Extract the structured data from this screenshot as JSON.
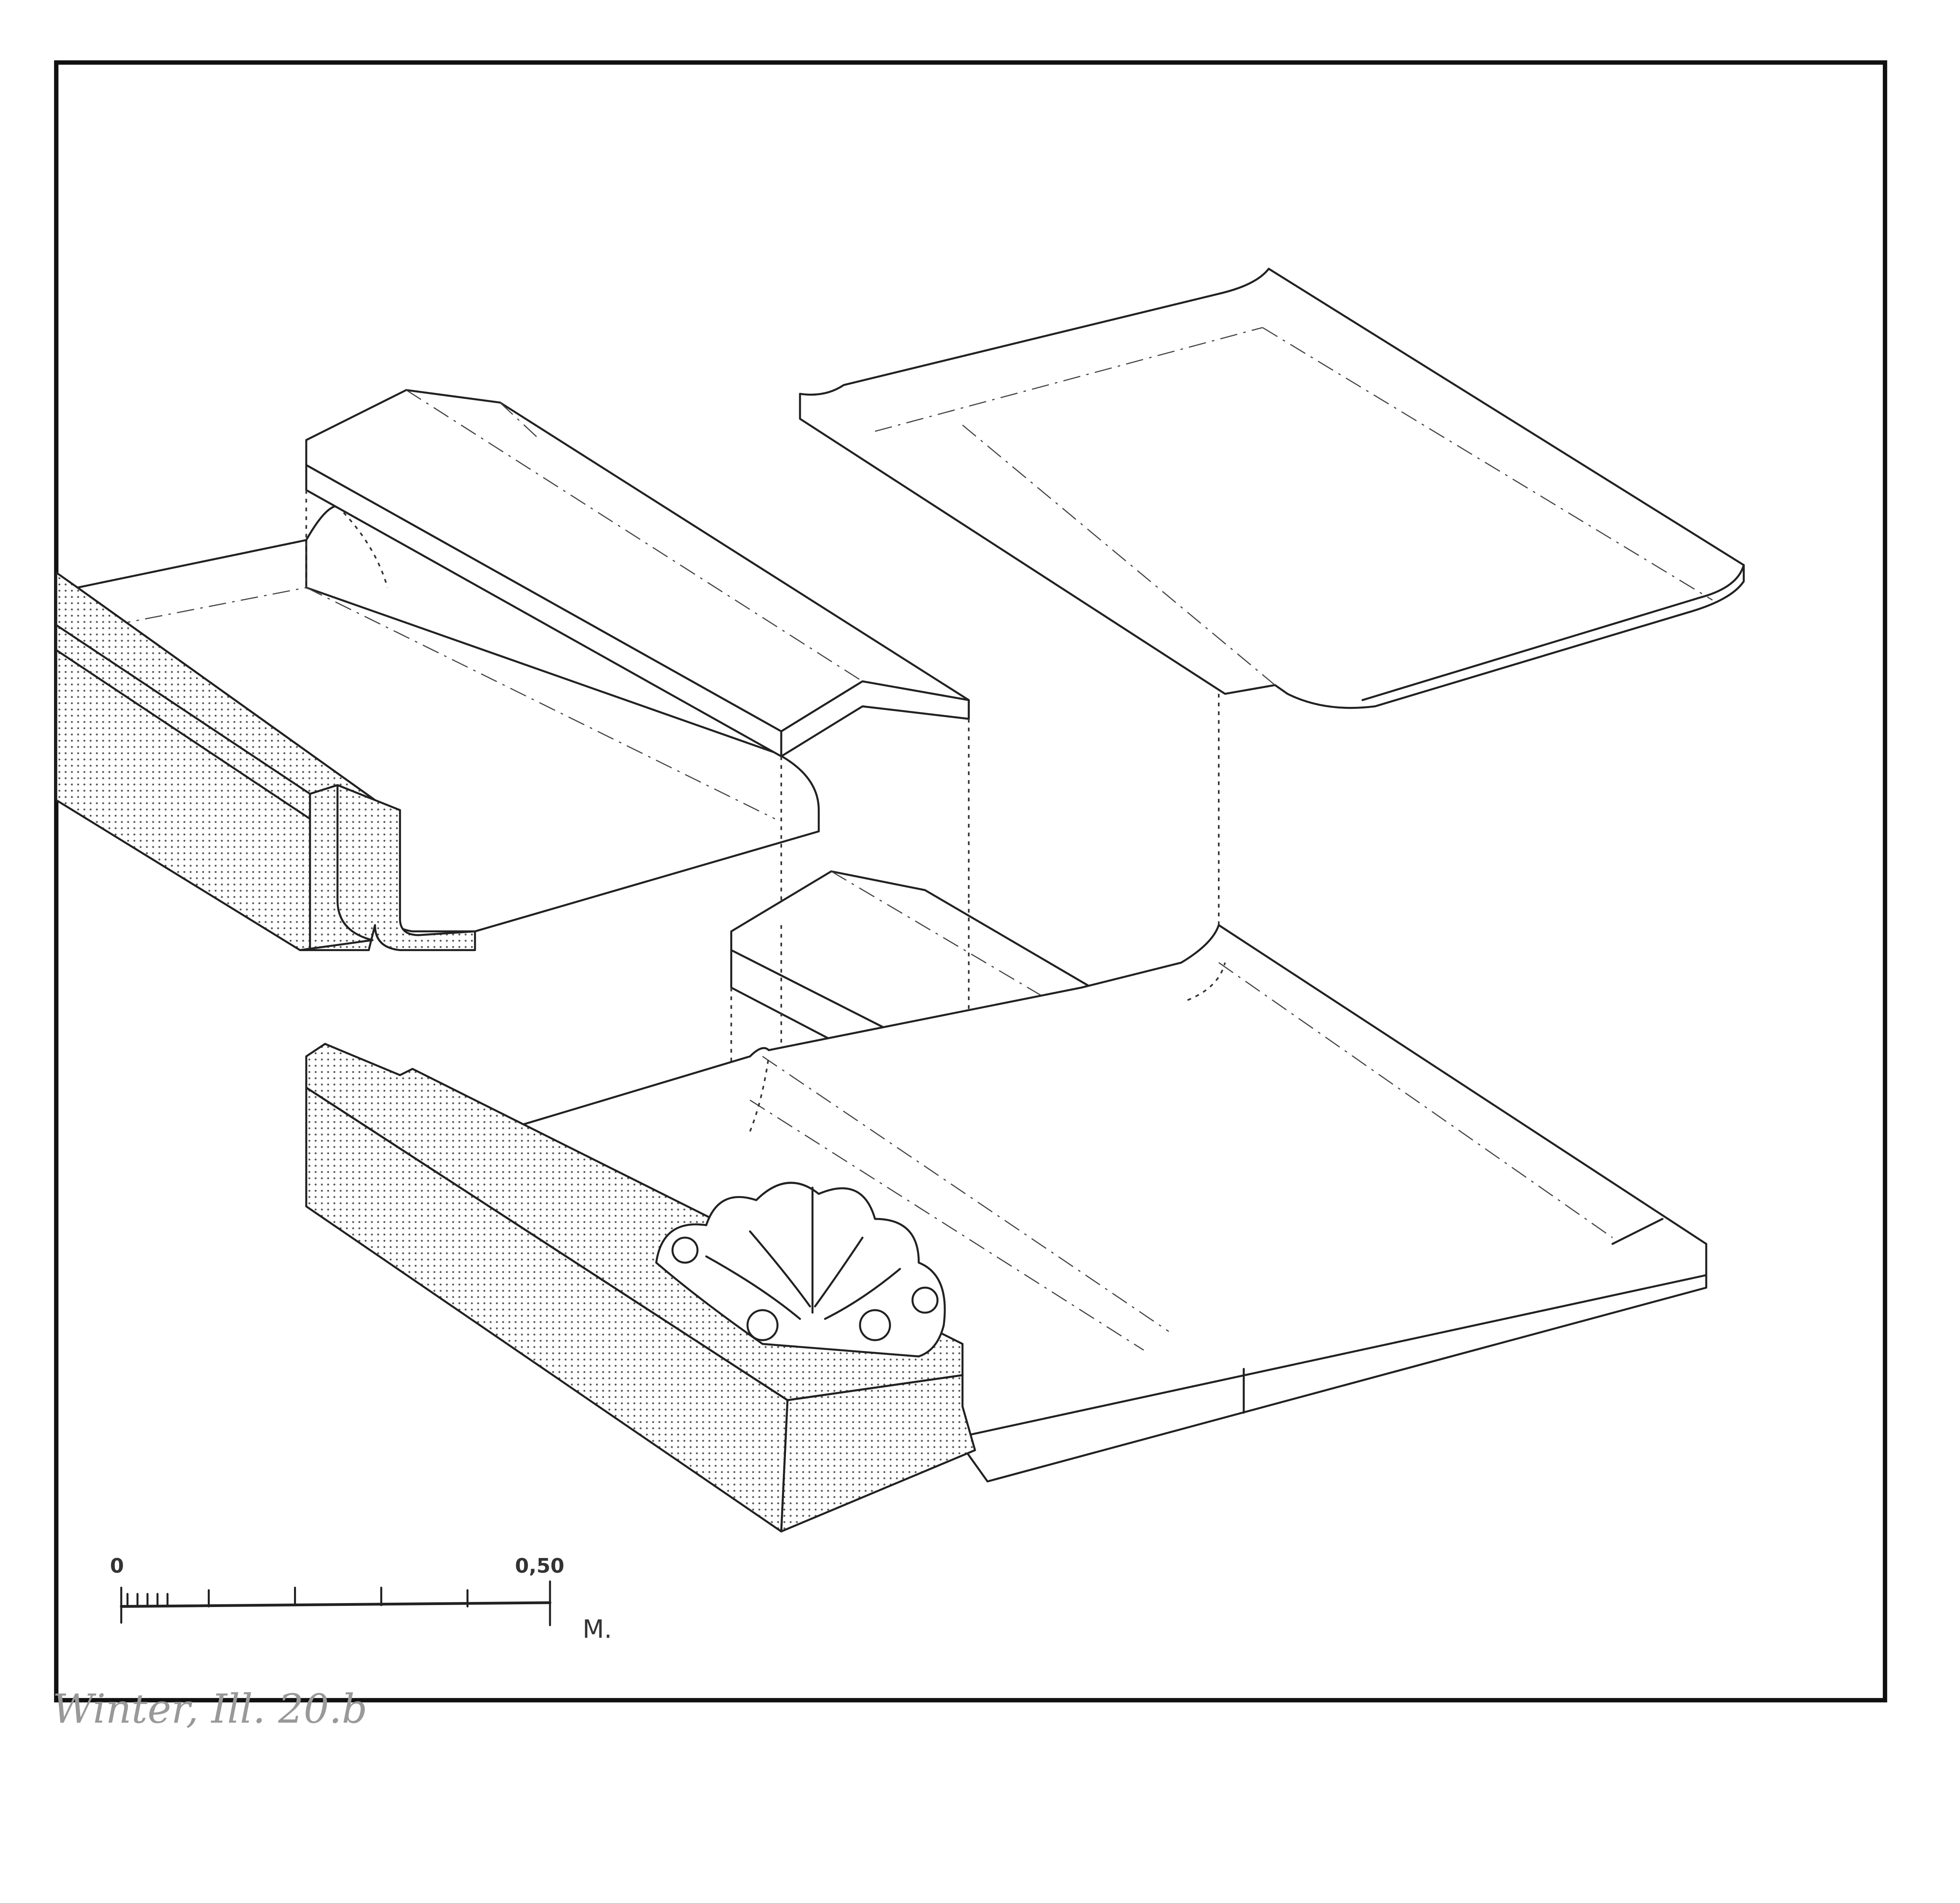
{
  "figure": {
    "scale_bar": {
      "start_label": "0",
      "end_label": "0,50",
      "unit_label": "M."
    },
    "handwritten_caption": "Winter, Ill. 20.b"
  },
  "colors": {
    "ink": "#222222",
    "paper": "#ffffff",
    "pencil": "#999999"
  }
}
